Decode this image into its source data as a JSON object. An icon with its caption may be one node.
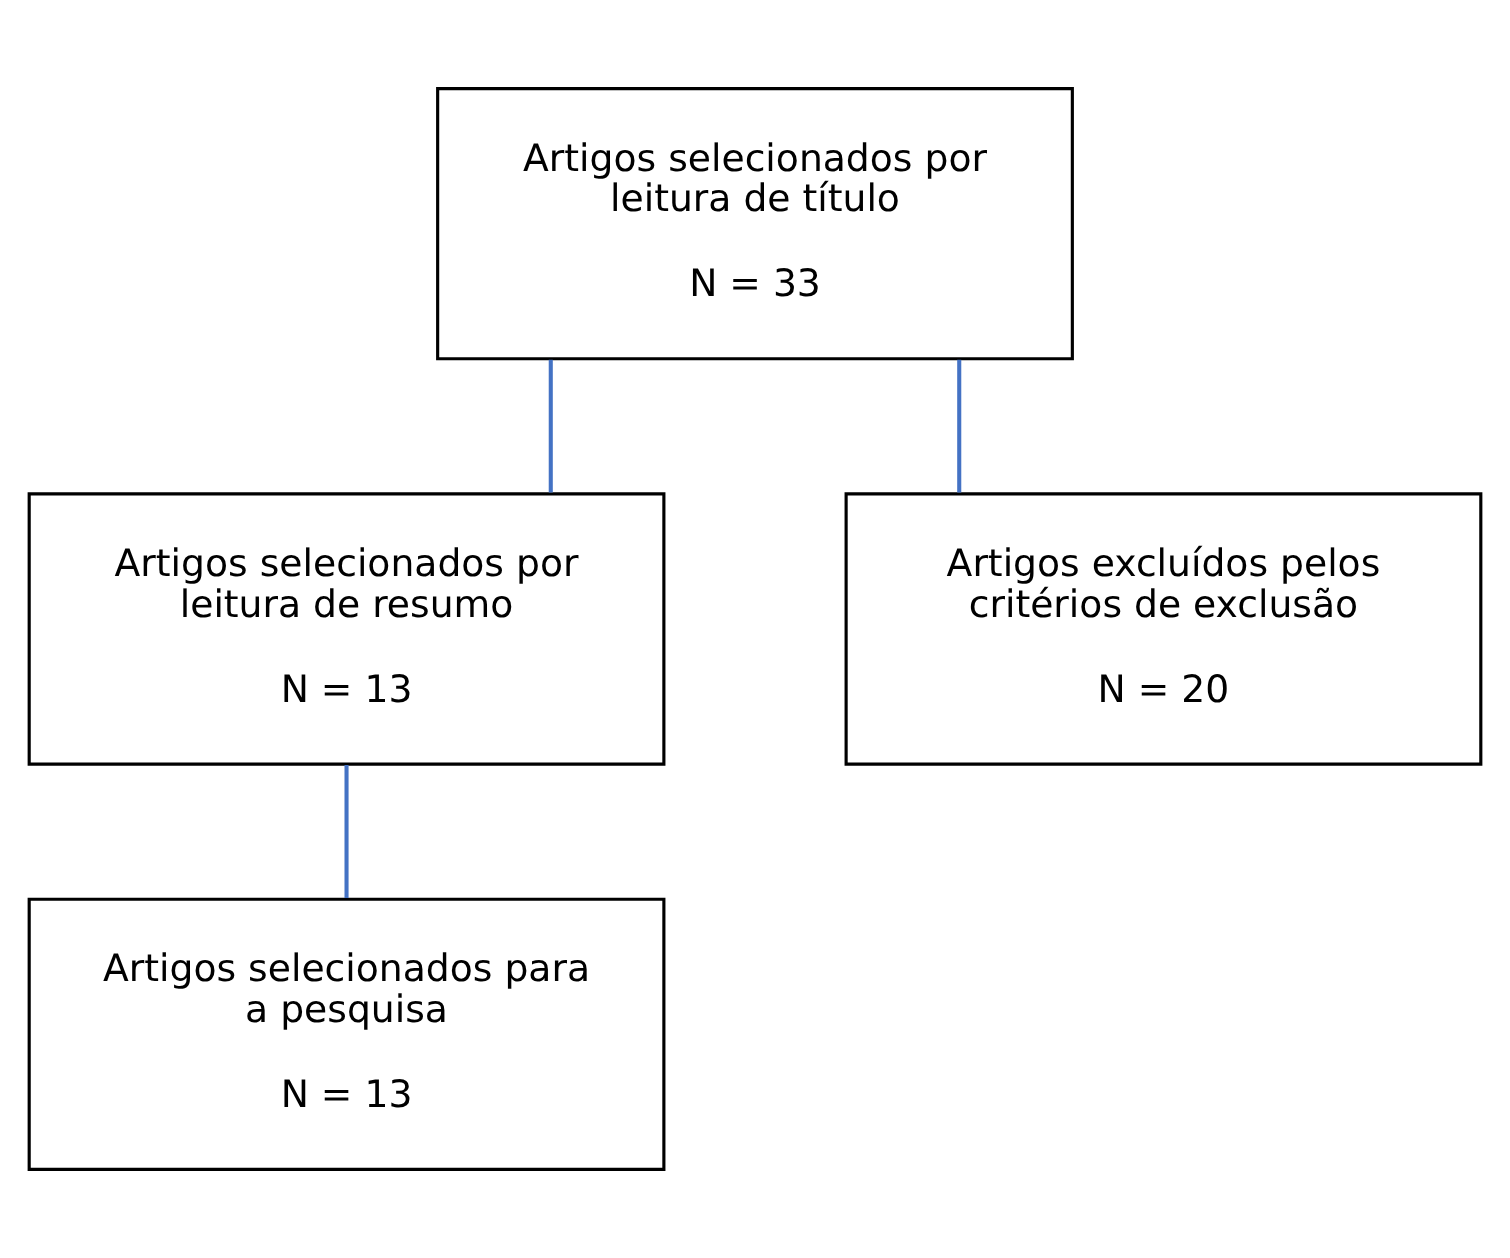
{
  "diagram": {
    "nodes": [
      {
        "text": [
          "Artigos selecionados por leitura de título",
          "N = 33"
        ]
      },
      {
        "text": [
          "Artigos selecionados por leitura de resumo",
          "N = 13"
        ]
      },
      {
        "text": [
          "Artigos excluídos pelos critérios de exclusão",
          "N = 20"
        ]
      },
      {
        "text": [
          "Artigos selecionados para a pesquisa",
          "N = 13"
        ]
      }
    ],
    "edges": [
      {
        "from": 0,
        "to": 1,
        "arrow": "none"
      },
      {
        "from": 0,
        "to": 2,
        "arrow": "none"
      },
      {
        "from": 1,
        "to": 3,
        "arrow": "none"
      }
    ]
  }
}
